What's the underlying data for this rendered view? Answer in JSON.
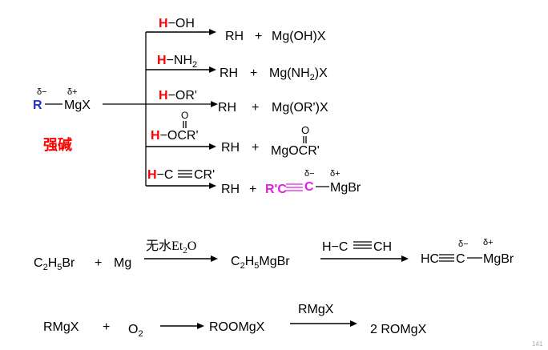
{
  "reactant": {
    "partial_minus": "δ−",
    "partial_plus": "δ+",
    "R": "R",
    "mgx": "MgX",
    "label": "强碱"
  },
  "branches": [
    {
      "reagent_h": "H",
      "reagent_rest": "−OH",
      "product_rh": "RH",
      "plus": "+",
      "product2": "Mg(OH)X"
    },
    {
      "reagent_h": "H",
      "reagent_rest": "−NH",
      "reagent_sub": "2",
      "product_rh": "RH",
      "plus": "+",
      "product2_pre": "Mg(NH",
      "product2_sub": "2",
      "product2_post": ")X"
    },
    {
      "reagent_h": "H",
      "reagent_rest": "−OR'",
      "product_rh": "RH",
      "plus": "+",
      "product2": "Mg(OR')X"
    },
    {
      "reagent_h": "H",
      "reagent_rest": "−OCR'",
      "carbonyl_o": "O",
      "product_rh": "RH",
      "plus": "+",
      "product2": "MgOCR'",
      "product2_o": "O"
    },
    {
      "reagent_h": "H",
      "reagent_rest_c": "−C",
      "reagent_rest_end": "CR'",
      "product_rh": "RH",
      "plus": "+",
      "product2_rc": "R'C",
      "product2_c": "C",
      "product2_mgbr": "MgBr",
      "pm": "δ−",
      "pp": "δ+"
    }
  ],
  "eq1": {
    "c2": "C",
    "c2sub": "2",
    "h5": "H",
    "h5sub": "5",
    "br": "Br",
    "plus": "+",
    "mg": "Mg",
    "cond_cjk": "无水",
    "cond_et": "Et",
    "cond_sub": "2",
    "cond_o": "O",
    "prod_c": "C",
    "prod_c2": "2",
    "prod_h": "H",
    "prod_h5": "5",
    "prod_mgbr": "MgBr",
    "reagent": "H−C",
    "reagent_end": "CH",
    "final_hc": "HC",
    "final_c": "C",
    "final_mgbr": "MgBr",
    "pm": "δ−",
    "pp": "δ+"
  },
  "eq2": {
    "rmgx": "RMgX",
    "plus": "+",
    "o": "O",
    "o_sub": "2",
    "roomgx": "ROOMgX",
    "reagent": "RMgX",
    "product": "2 ROMgX"
  },
  "page_number": "141"
}
